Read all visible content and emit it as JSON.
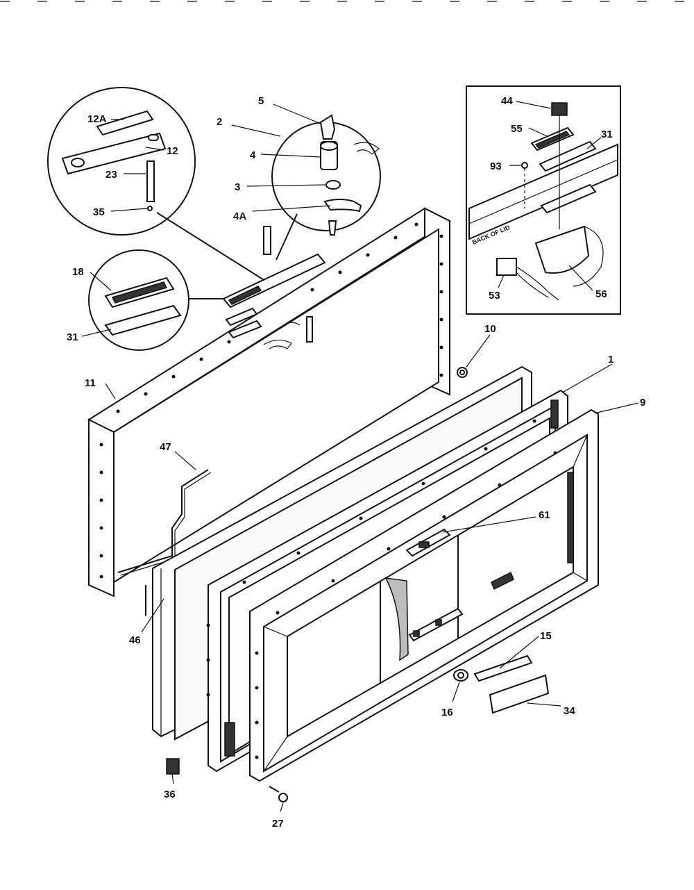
{
  "labels": {
    "l1": "1",
    "l2": "2",
    "l3": "3",
    "l4": "4",
    "l4a": "4A",
    "l5": "5",
    "l9": "9",
    "l10": "10",
    "l11": "11",
    "l12": "12",
    "l12a": "12A",
    "l15": "15",
    "l16": "16",
    "l18": "18",
    "l23": "23",
    "l27": "27",
    "l31a": "31",
    "l31b": "31",
    "l34": "34",
    "l35": "35",
    "l36": "36",
    "l44": "44",
    "l46": "46",
    "l47": "47",
    "l53": "53",
    "l55": "55",
    "l56": "56",
    "l61": "61",
    "l93": "93"
  },
  "inset_text": "BACK OF LID"
}
